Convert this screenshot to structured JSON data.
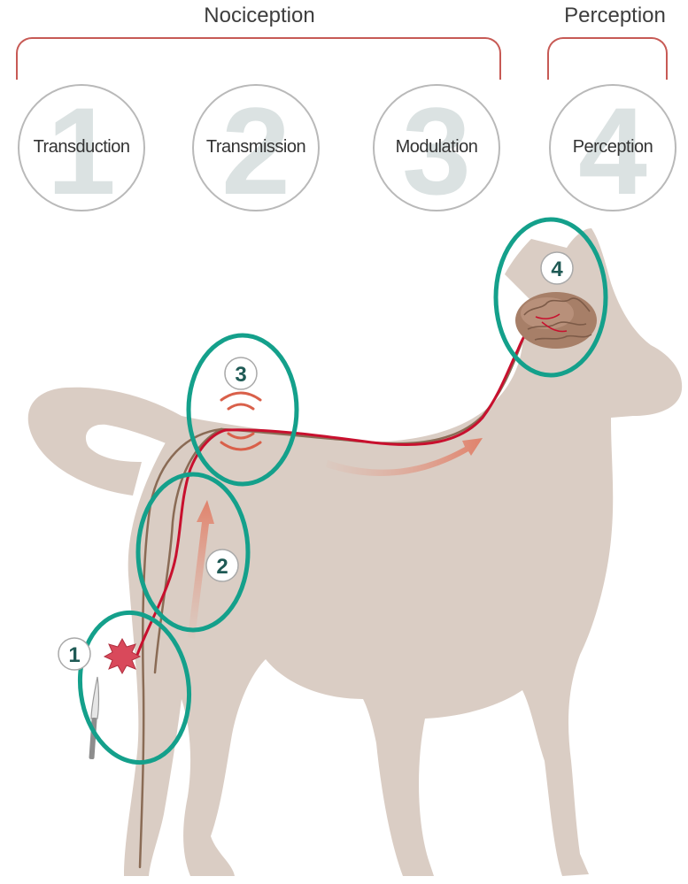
{
  "groups": {
    "nociception": "Nociception",
    "perception": "Perception"
  },
  "stages": [
    {
      "number": "1",
      "label": "Transduction"
    },
    {
      "number": "2",
      "label": "Transmission"
    },
    {
      "number": "3",
      "label": "Modulation"
    },
    {
      "number": "4",
      "label": "Perception"
    }
  ],
  "markers": [
    "1",
    "2",
    "3",
    "4"
  ],
  "colors": {
    "dog": "#dacdc4",
    "nerve_red": "#c8102e",
    "nerve_brown": "#8a6b55",
    "highlight_ring": "#14a08b",
    "bracket": "#c75a55",
    "marker_text": "#1f5a55"
  }
}
